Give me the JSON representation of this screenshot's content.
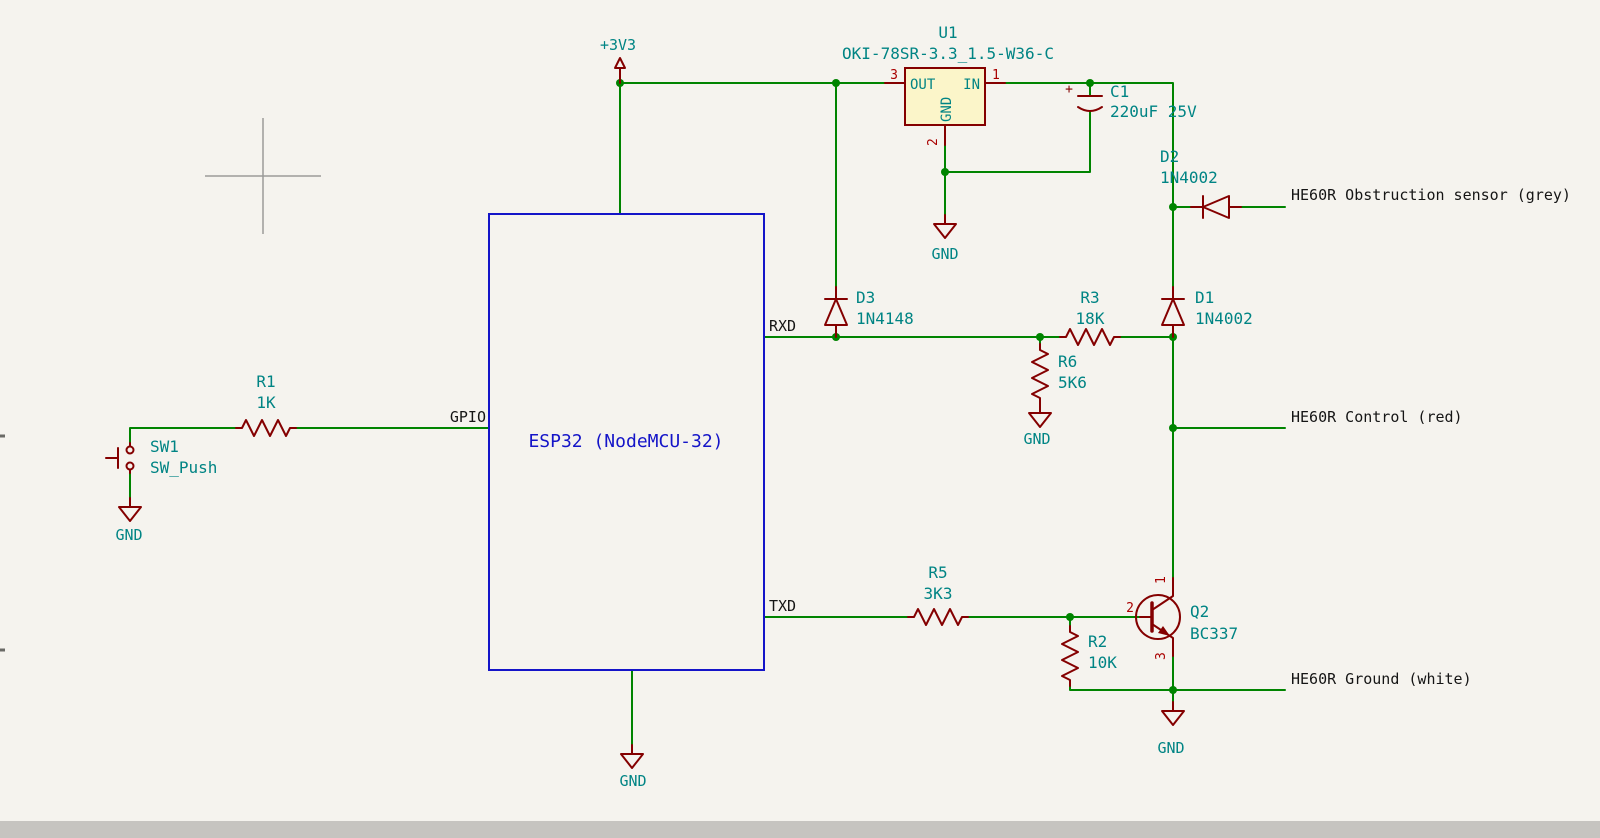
{
  "colors": {
    "background": "#f5f3ee",
    "wire_green": "#008400",
    "symbol_maroon": "#840000",
    "field_teal": "#008484",
    "pin_number_red": "#a90000",
    "sheet_blue": "#1414c8",
    "label_black": "#151515",
    "u1_body_fill": "#fbf5c9"
  },
  "power": {
    "v3v3": "+3V3",
    "gnd": "GND"
  },
  "components": {
    "u1": {
      "ref": "U1",
      "value": "OKI-78SR-3.3_1.5-W36-C",
      "pins": {
        "out_name": "OUT",
        "out_num": "3",
        "in_name": "IN",
        "in_num": "1",
        "gnd_name": "GND",
        "gnd_num": "2"
      }
    },
    "c1": {
      "ref": "C1",
      "value": "220uF 25V",
      "polarity": "+"
    },
    "d1": {
      "ref": "D1",
      "value": "1N4002"
    },
    "d2": {
      "ref": "D2",
      "value": "1N4002"
    },
    "d3": {
      "ref": "D3",
      "value": "1N4148"
    },
    "r1": {
      "ref": "R1",
      "value": "1K"
    },
    "r2": {
      "ref": "R2",
      "value": "10K"
    },
    "r3": {
      "ref": "R3",
      "value": "18K"
    },
    "r5": {
      "ref": "R5",
      "value": "3K3"
    },
    "r6": {
      "ref": "R6",
      "value": "5K6"
    },
    "sw1": {
      "ref": "SW1",
      "value": "SW_Push"
    },
    "q2": {
      "ref": "Q2",
      "value": "BC337",
      "pins": {
        "collector_num": "1",
        "base_num": "2",
        "emitter_num": "3"
      }
    },
    "esp32": {
      "label": "ESP32 (NodeMCU-32)"
    }
  },
  "pin_labels": {
    "gpio": "GPIO",
    "rxd": "RXD",
    "txd": "TXD"
  },
  "net_labels": {
    "obstruction_sensor": "HE60R Obstruction sensor (grey)",
    "control": "HE60R Control (red)",
    "ground": "HE60R Ground (white)"
  }
}
